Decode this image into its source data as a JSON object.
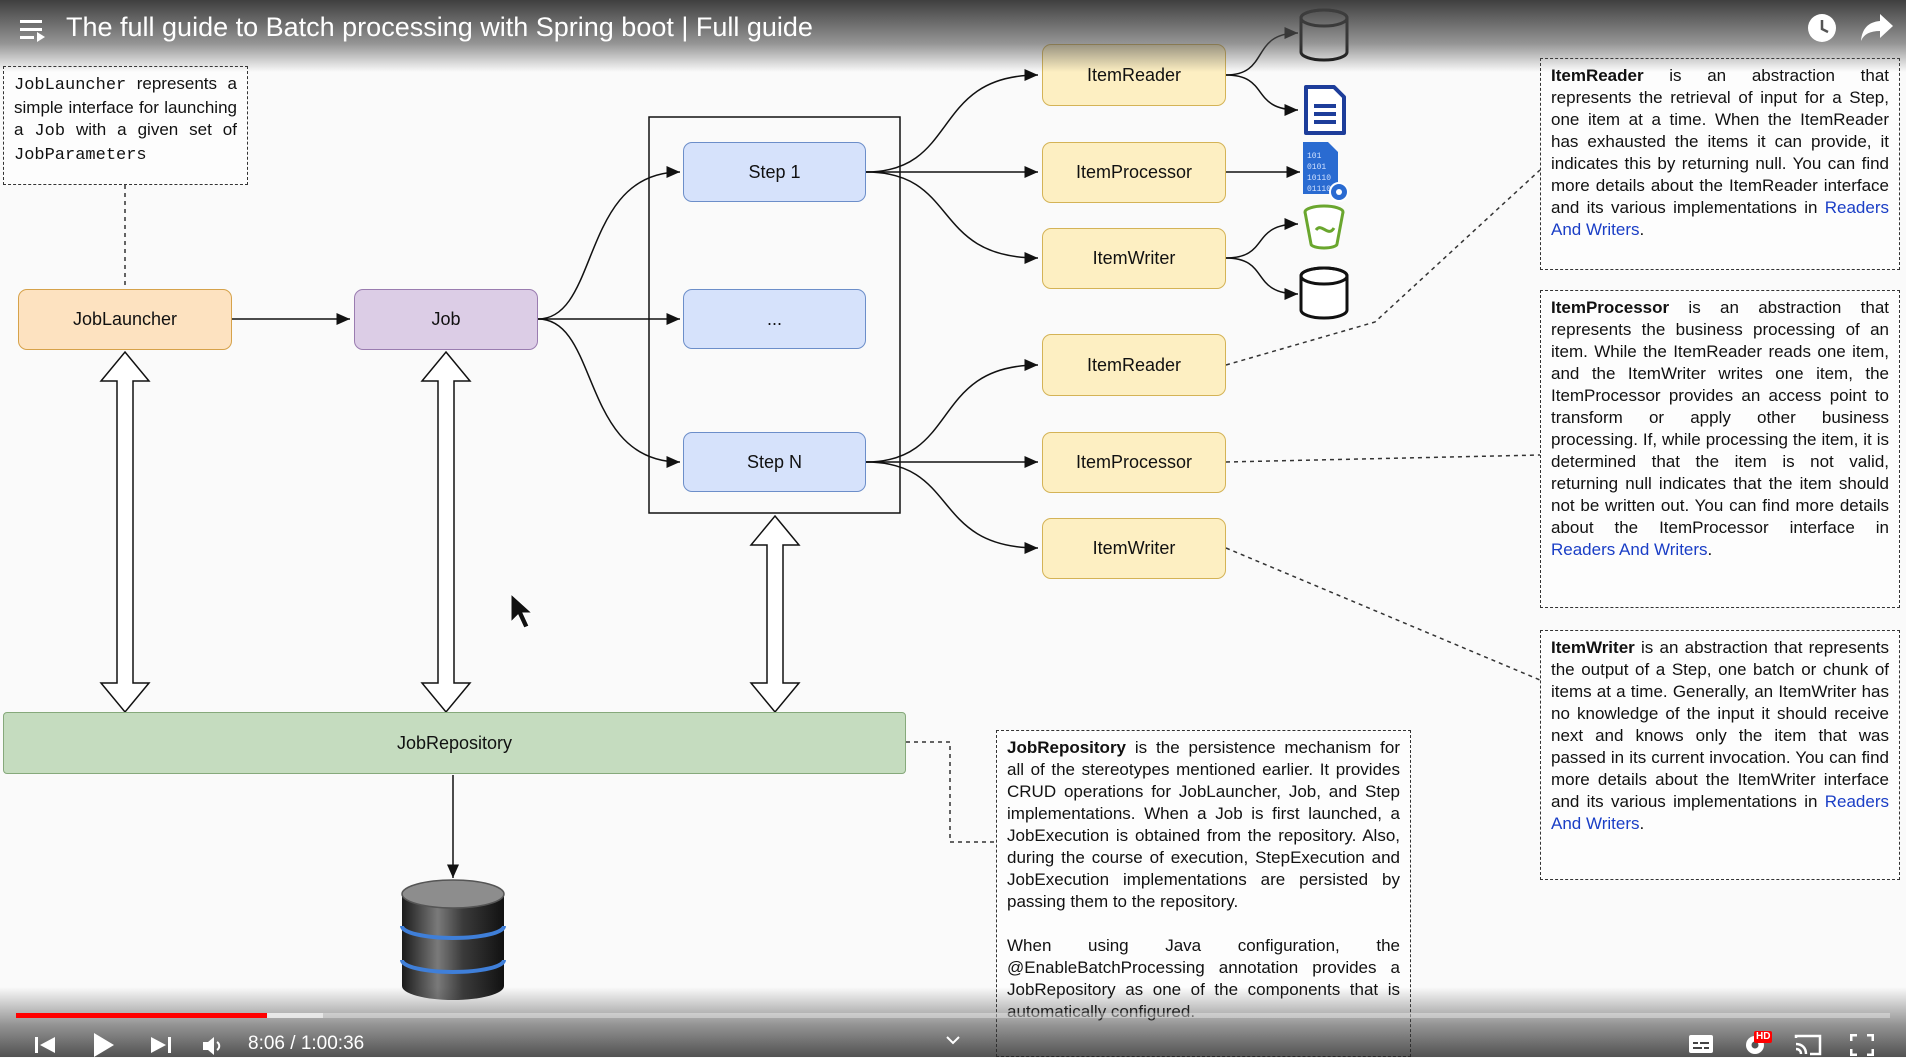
{
  "video": {
    "title": "The full guide to Batch processing with Spring boot | Full guide",
    "time_current": "8:06",
    "time_separator": " / ",
    "time_total": "1:00:36",
    "progress": 0.134,
    "buffered": 0.164,
    "hd_badge": "HD"
  },
  "icons": {
    "menu": "menu-icon",
    "watch_later": "clock-icon",
    "share": "share-icon",
    "prev": "skip-previous-icon",
    "play": "play-icon",
    "next": "skip-next-icon",
    "volume": "volume-icon",
    "chevron": "chevron-down-icon",
    "subtitles": "subtitles-icon",
    "settings": "gear-icon",
    "cast": "cast-icon",
    "fullscreen": "fullscreen-icon"
  },
  "diagram": {
    "job_launcher": "JobLauncher",
    "job": "Job",
    "step1": "Step 1",
    "step_mid": "...",
    "stepN": "Step N",
    "item_reader": "ItemReader",
    "item_processor": "ItemProcessor",
    "item_writer": "ItemWriter",
    "job_repository": "JobRepository"
  },
  "notes": {
    "launcher": {
      "code1": "JobLauncher",
      "t1": " represents a simple interface for launching a ",
      "code2": "Job",
      "t2": " with a given set of ",
      "code3": "JobParameters"
    },
    "reader": {
      "bold": "ItemReader",
      "t1": " is an abstraction that represents the retrieval of input for a Step, one item at a time. When the ItemReader has exhausted the items it can provide, it indicates this by returning null. You can find more details about the ItemReader interface and its various implementations in ",
      "link": "Readers And Writers",
      "end": "."
    },
    "processor": {
      "bold": "ItemProcessor",
      "t1": " is an abstraction that represents the business processing of an item. While the ItemReader reads one item, and the ItemWriter writes one item, the ItemProcessor provides an access point to transform or apply other business processing. If, while processing the item, it is determined that the item is not valid, returning null indicates that the item should not be written out. You can find more details about the ItemProcessor interface in ",
      "link": "Readers And Writers",
      "end": "."
    },
    "writer": {
      "bold": "ItemWriter",
      "t1": " is an abstraction that represents the output of a Step, one batch or chunk of items at a time. Generally, an ItemWriter has no knowledge of the input it should receive next and knows only the item that was passed in its current invocation. You can find more details about the ItemWriter interface and its various implementations in ",
      "link": "Readers And Writers",
      "end": "."
    },
    "repository": {
      "bold": "JobRepository",
      "t1": " is the persistence mechanism for all of the stereotypes mentioned earlier. It provides CRUD operations for JobLauncher, Job, and Step implementations. When a Job is first launched, a JobExecution is obtained from the repository. Also, during the course of execution, StepExecution and JobExecution implementations are persisted by passing them to the repository.",
      "t2": "When using Java configuration, the @EnableBatchProcessing annotation provides a JobRepository as one of the components that is automatically configured."
    }
  },
  "colors": {
    "progress_red": "#f00",
    "link_blue": "#1a3ec6",
    "launcher_fill": "#fde2c0",
    "job_fill": "#dccde6",
    "step_fill": "#d6e2fb",
    "item_fill": "#fdefc2",
    "repo_fill": "#c5dcbf"
  }
}
